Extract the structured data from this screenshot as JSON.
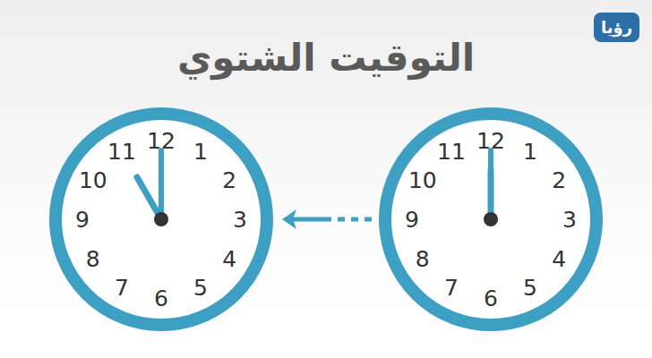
{
  "diagram": {
    "title": "التوقيت الشتوي",
    "nodes": [
      {
        "text": [
          "12",
          "1",
          "2",
          "3",
          "4",
          "5",
          "6",
          "7",
          "8",
          "9",
          "10",
          "11"
        ]
      },
      {
        "text": [
          "12",
          "1",
          "2",
          "3",
          "4",
          "5",
          "6",
          "7",
          "8",
          "9",
          "10",
          "11"
        ]
      }
    ],
    "edges": [
      {
        "from": 1,
        "to": 0,
        "arrow": "to"
      }
    ],
    "labels": [
      "رؤيا"
    ]
  }
}
